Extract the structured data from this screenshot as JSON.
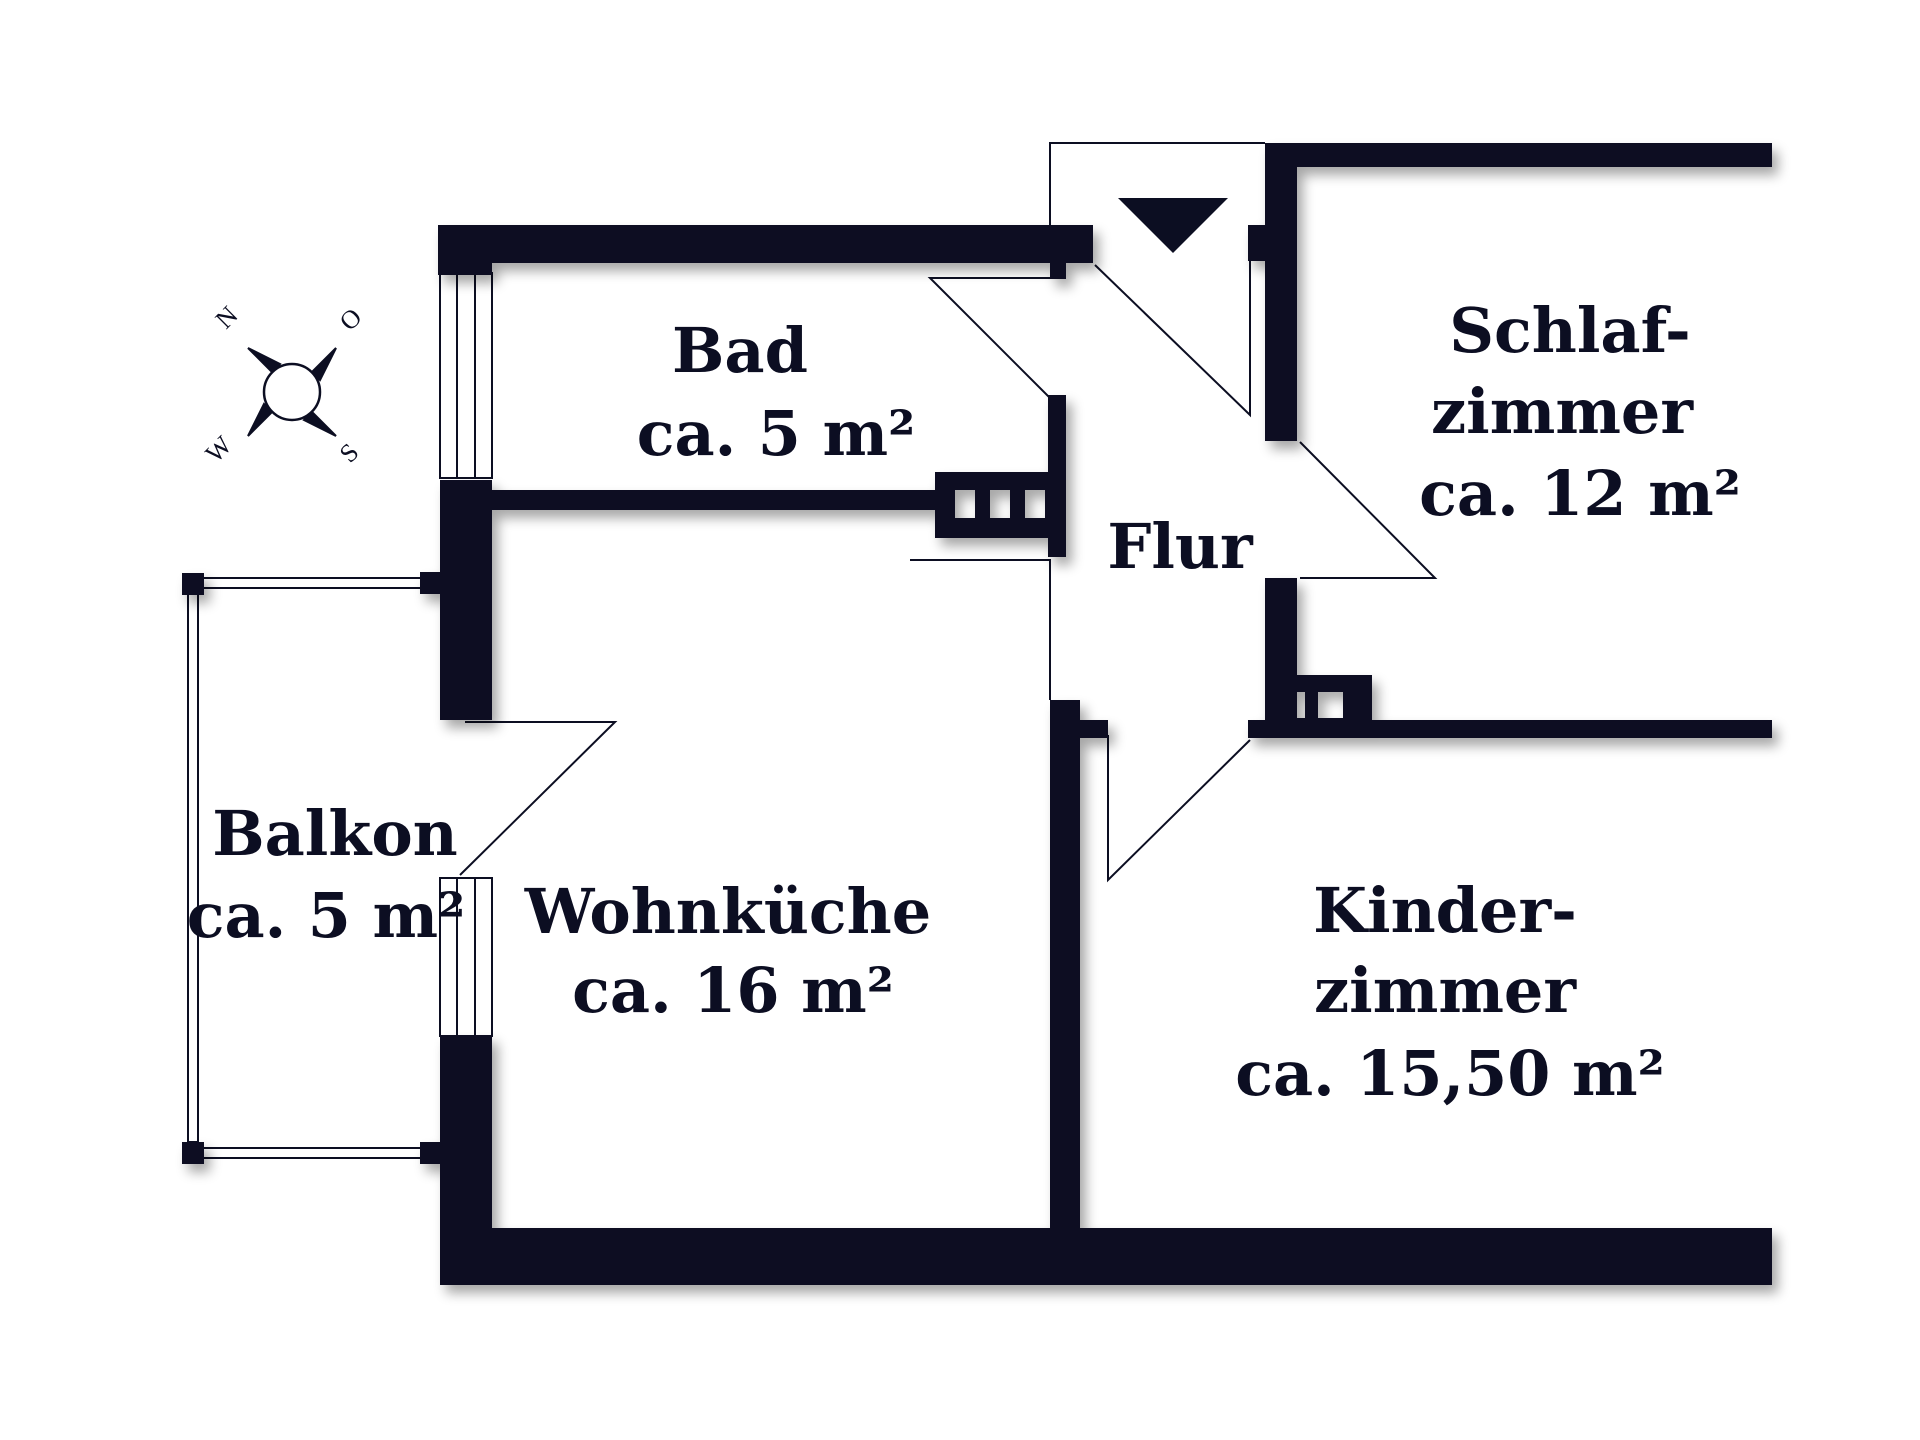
{
  "colors": {
    "wall": "#0c0e22",
    "line": "#0c0e22",
    "background": "#ffffff"
  },
  "compass": {
    "n": "N",
    "o": "O",
    "s": "S",
    "w": "W"
  },
  "rooms": {
    "bad": {
      "name": "Bad",
      "area": "ca. 5 m²"
    },
    "flur": {
      "name": "Flur"
    },
    "schlaf": {
      "name_line1": "Schlaf-",
      "name_line2": "zimmer",
      "area": "ca. 12 m²"
    },
    "balkon": {
      "name": "Balkon",
      "area": "ca. 5 m²"
    },
    "wohn": {
      "name": "Wohnküche",
      "area": "ca. 16 m²"
    },
    "kinder": {
      "name_line1": "Kinder-",
      "name_line2": "zimmer",
      "area": "ca. 15,50 m²"
    }
  }
}
